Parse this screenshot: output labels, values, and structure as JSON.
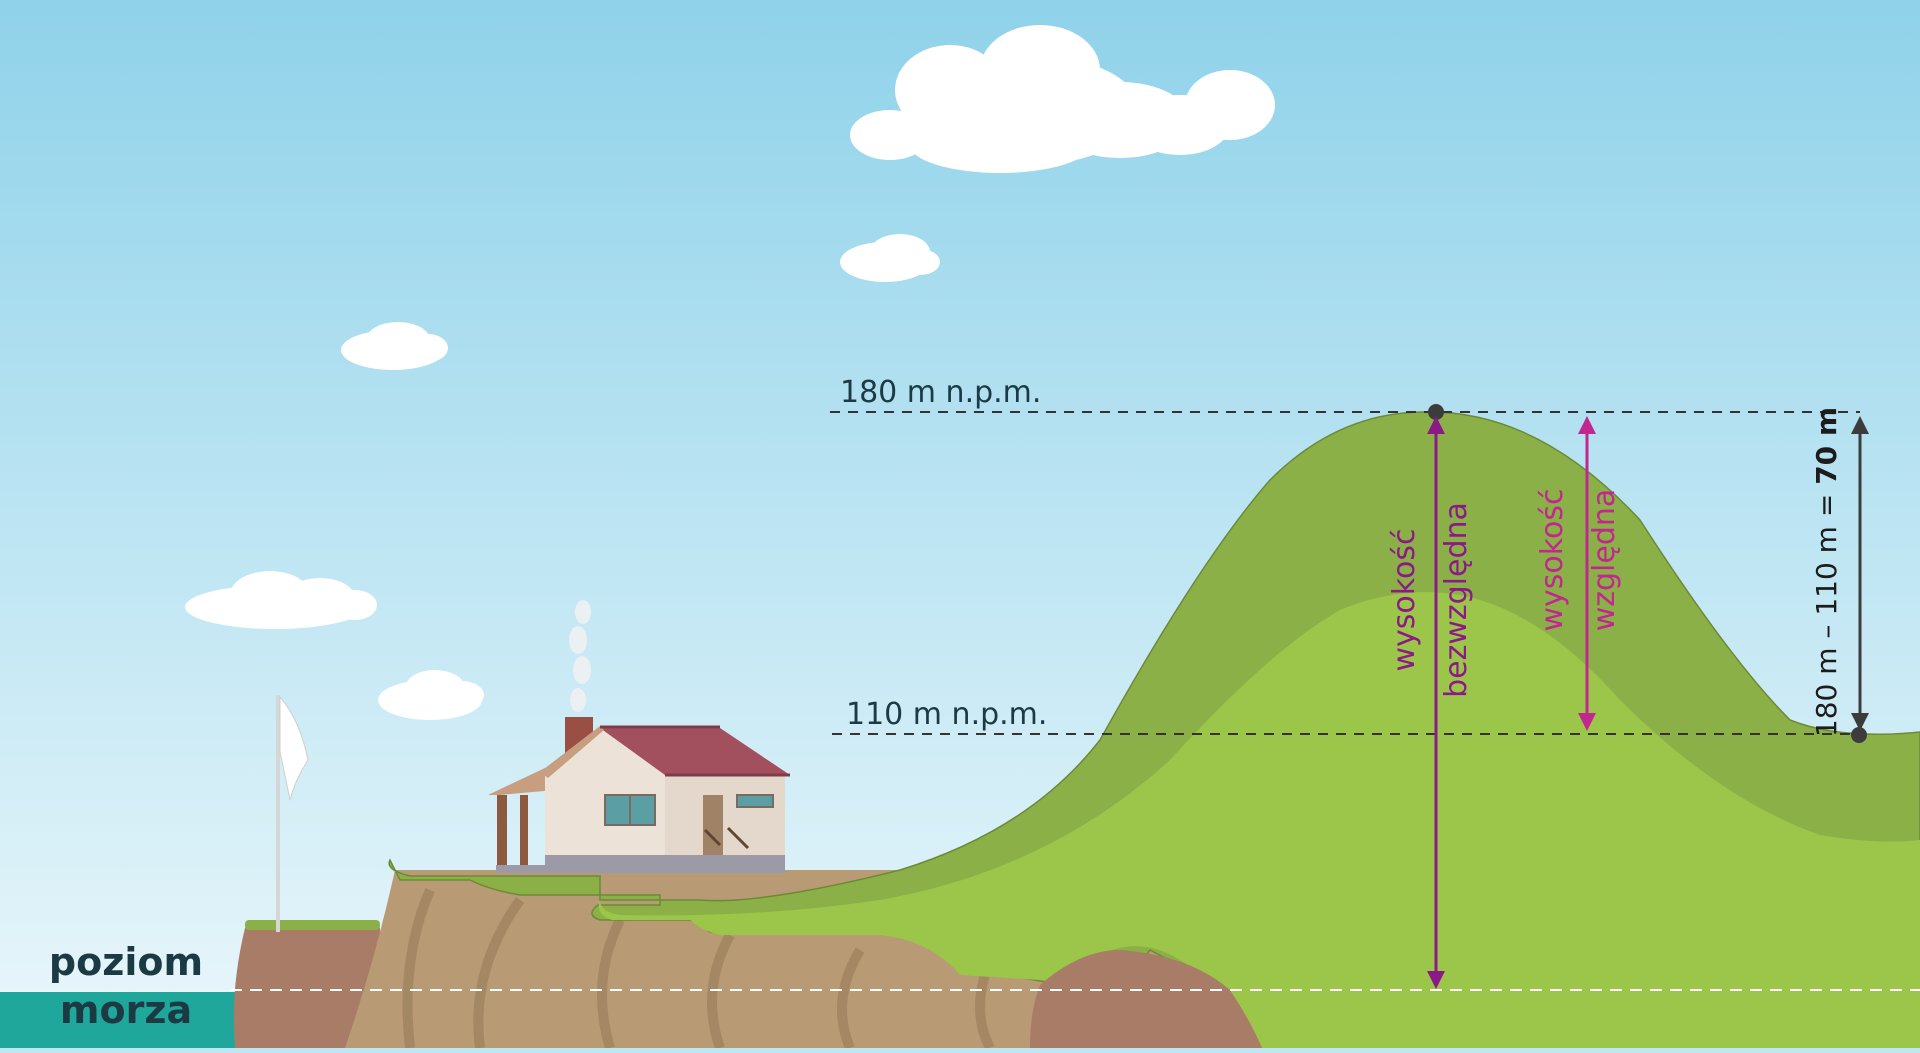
{
  "labels": {
    "level_top": "180 m n.p.m.",
    "level_mid": "110 m n.p.m.",
    "sea_level_line1": "poziom",
    "sea_level_line2": "morza",
    "absolute_line1": "wysokość",
    "absolute_line2": "bezwzględna",
    "relative_line1": "wysokość",
    "relative_line2": "względna",
    "calc_prefix": "180 m – 110 m = ",
    "calc_result": "70 m"
  },
  "colors": {
    "sky_top": "#8fd2ea",
    "sky_bottom": "#e6f6fb",
    "hill_dark": "#8cb048",
    "hill_light": "#9bc64a",
    "sea": "#1fa79c",
    "absolute_arrow": "#8c1a86",
    "relative_arrow": "#c2268f",
    "difference_arrow": "#3c3c3c",
    "text_dark": "#1c3a44"
  }
}
